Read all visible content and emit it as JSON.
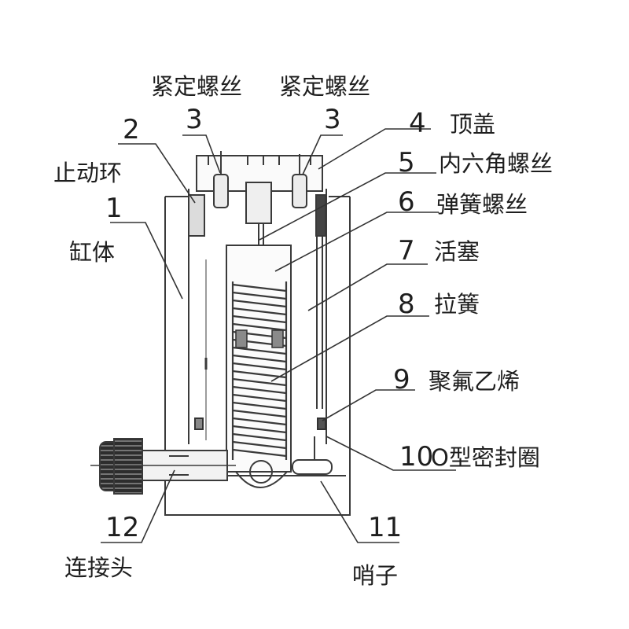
{
  "labels": {
    "set_screw_left": "紧定螺丝",
    "set_screw_right": "紧定螺丝",
    "stop_ring": "止动环",
    "cylinder_body": "缸体",
    "top_cover": "顶盖",
    "hex_socket_screw": "内六角螺丝",
    "spring_screw": "弹簧螺丝",
    "piston": "活塞",
    "tension_spring": "拉簧",
    "ptfe": "聚氟乙烯",
    "o_ring": "O型密封圈",
    "connector": "连接头",
    "whistle": "哨子"
  },
  "numbers": {
    "n1": "1",
    "n2": "2",
    "n3_left": "3",
    "n3_right": "3",
    "n4": "4",
    "n5": "5",
    "n6": "6",
    "n7": "7",
    "n8": "8",
    "n9": "9",
    "n10": "10",
    "n11": "11",
    "n12": "12"
  },
  "colors": {
    "line": "#3a3a3a",
    "hatch": "#555555",
    "background": "#ffffff"
  }
}
